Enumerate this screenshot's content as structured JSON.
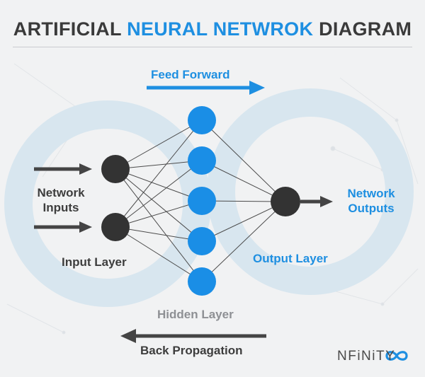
{
  "title": {
    "part1": "ARTIFICIAL",
    "part2": "NEURAL NETWROK",
    "part3": "DIAGRAM"
  },
  "labels": {
    "feed_forward": "Feed Forward",
    "network_inputs_line1": "Network",
    "network_inputs_line2": "Inputs",
    "input_layer": "Input Layer",
    "hidden_layer": "Hidden Layer",
    "output_layer": "Output Layer",
    "network_outputs_line1": "Network",
    "network_outputs_line2": "Outputs",
    "back_propagation": "Back Propagation"
  },
  "logo": {
    "text": "NFiNiTY"
  },
  "network": {
    "input_nodes": 2,
    "hidden_nodes": 5,
    "output_nodes": 1
  },
  "colors": {
    "title_dark": "#3a3a3a",
    "accent_blue": "#1e8fe1",
    "node_dark": "#333333",
    "node_blue": "#1a8ee6",
    "ring": "#d8e6ef",
    "muted": "#8e9094"
  },
  "icons": [
    "arrow-right-icon",
    "arrow-left-icon",
    "infinity-icon"
  ]
}
